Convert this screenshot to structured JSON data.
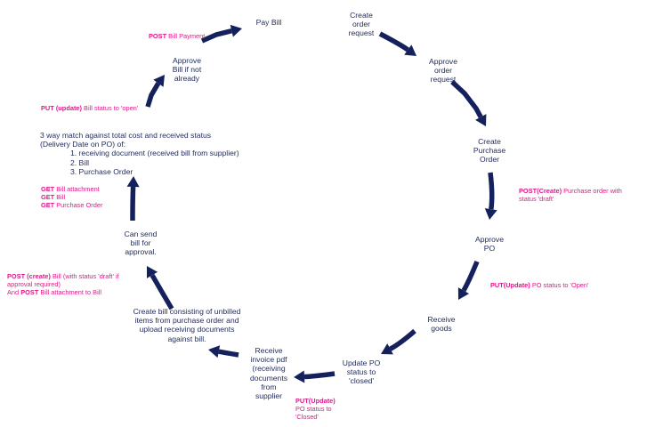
{
  "colors": {
    "arrow": "#14215c",
    "node_text": "#1f2a5a",
    "api_text": "#e0198a",
    "background": "#ffffff"
  },
  "nodes": {
    "pay_bill": [
      "Pay Bill"
    ],
    "create_order_request": [
      "Create",
      "order",
      "request"
    ],
    "approve_order_request": [
      "Approve",
      "order",
      "request"
    ],
    "create_purchase_order": [
      "Create",
      "Purchase",
      "Order"
    ],
    "approve_po": [
      "Approve",
      "PO"
    ],
    "receive_goods": [
      "Receive",
      "goods"
    ],
    "update_po_status": [
      "Update PO",
      "status to",
      "'closed'"
    ],
    "receive_invoice_pdf": [
      "Receive",
      "invoice pdf",
      "(receiving",
      "documents",
      "from",
      "supplier"
    ],
    "create_bill": [
      "Create bill consisting of unbilled",
      "items from purchase order and",
      "upload receiving documents",
      "against bill."
    ],
    "send_bill": [
      "Can send",
      "bill for",
      "approval."
    ],
    "three_way_match": {
      "lines": [
        "3 way match against total cost and received status",
        "(Delivery Date on PO) of:"
      ],
      "items": [
        "1. receiving document (received bill from supplier)",
        "2. Bill",
        "3. Purchase Order"
      ]
    },
    "approve_bill": [
      "Approve",
      "Bill if not",
      "already"
    ]
  },
  "api_calls": {
    "post_bill_payment": [
      {
        "verb": "POST",
        "text": " Bill Payment"
      }
    ],
    "post_purchase_order": [
      {
        "verb": "POST(Create)",
        "text": " Purchase order with"
      },
      {
        "verb": "",
        "text": "status 'draft'"
      }
    ],
    "put_po_open": [
      {
        "verb": "PUT(Update)",
        "text": " PO status to 'Open'"
      }
    ],
    "put_po_closed": [
      {
        "verb": "PUT(Update)",
        "text": ""
      },
      {
        "verb": "",
        "text": "PO status to"
      },
      {
        "verb": "",
        "text": "'Closed'"
      }
    ],
    "post_bill_attachment": [
      {
        "verb": "POST (create)",
        "text": " Bill (with status 'draft' if"
      },
      {
        "verb": "",
        "text": "approval required)"
      },
      {
        "verb": "",
        "text": "And ",
        "verb2": "POST",
        "text2": " Bill attachment to Bill"
      }
    ],
    "get_calls": [
      {
        "verb": "GET",
        "text": " Bill attachment"
      },
      {
        "verb": "GET",
        "text": " Bill"
      },
      {
        "verb": "GET",
        "text": " Purchase Order"
      }
    ],
    "put_bill_open": [
      {
        "verb": "PUT (update)",
        "text": " Bill status to 'open'"
      }
    ]
  }
}
